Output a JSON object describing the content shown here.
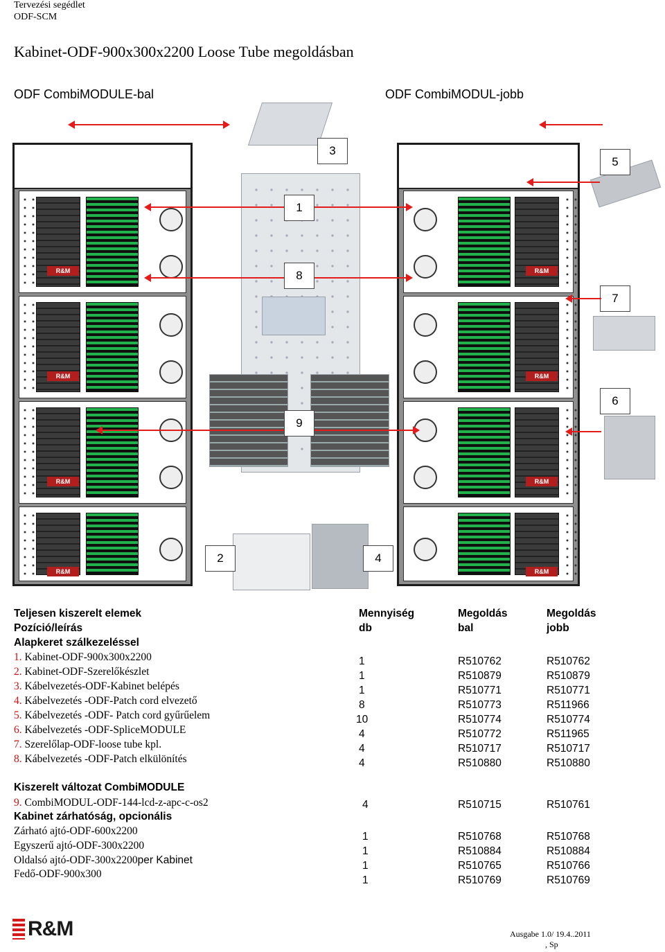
{
  "header": {
    "line1": "Tervezési segédlet",
    "line2": "ODF-SCM"
  },
  "title": "Kabinet-ODF-900x300x2200 Loose Tube megoldásban",
  "diagram": {
    "left_label": "ODF CombiMODULE-bal",
    "right_label": "ODF CombiMODUL-jobb",
    "brand_text": "R&M",
    "callouts": [
      "3",
      "5",
      "1",
      "8",
      "7",
      "6",
      "9",
      "2",
      "4"
    ]
  },
  "table": {
    "headers": {
      "col1_l1": "Teljesen kiszerelt elemek",
      "col1_l2": "Pozíció/leírás",
      "col1_l3": "Alapkeret szálkezeléssel",
      "qty_l1": "Mennyiség",
      "qty_l2": "db",
      "left_l1": "Megoldás",
      "left_l2": "bal",
      "right_l1": "Megoldás",
      "right_l2": "jobb"
    },
    "rows": [
      {
        "num": "1.",
        "desc": " Kabinet-ODF-900x300x2200",
        "qty": "1",
        "left": "R510762",
        "right": "R510762"
      },
      {
        "num": "2.",
        "desc": " Kabinet-ODF-Szerelőkészlet",
        "qty": "1",
        "left": "R510879",
        "right": "R510879"
      },
      {
        "num": "3.",
        "desc": " Kábelvezetés-ODF-Kabinet belépés",
        "qty": "1",
        "left": "R510771",
        "right": "R510771"
      },
      {
        "num": "4.",
        "desc": " Kábelvezetés -ODF-Patch cord elvezető",
        "qty": "8",
        "left": "R510773",
        "right": "R511966"
      },
      {
        "num": "5.",
        "desc": " Kábelvezetés -ODF- Patch cord gyűrűelem",
        "qty": "10",
        "left": "R510774",
        "right": "R510774"
      },
      {
        "num": "6.",
        "desc": " Kábelvezetés -ODF-SpliceMODULE",
        "qty": "4",
        "left": "R510772",
        "right": "R511965"
      },
      {
        "num": "7.",
        "desc": " Szerelőlap-ODF-loose tube kpl.",
        "qty": "4",
        "left": "R510717",
        "right": "R510717"
      },
      {
        "num": "8.",
        "desc": " Kábelvezetés -ODF-Patch elkülönítés",
        "qty": "4",
        "left": "R510880",
        "right": "R510880"
      }
    ],
    "section2_title": "Kiszerelt változat CombiMODULE",
    "row9": {
      "num": "9.",
      "desc": " CombiMODUL-ODF-144-lcd-z-apc-c-os2",
      "qty": "4",
      "left": "R510715",
      "right": "R510761"
    },
    "section3_title": "Kabinet zárhatóság, opcionális",
    "optional": [
      {
        "desc": "Zárható ajtó-ODF-600x2200",
        "suffix": "",
        "qty": "1",
        "left": "R510768",
        "right": "R510768"
      },
      {
        "desc": "Egyszerű ajtó-ODF-300x2200",
        "suffix": "",
        "qty": "1",
        "left": "R510884",
        "right": "R510884"
      },
      {
        "desc": "Oldalsó ajtó-ODF-300x2200",
        "suffix": "per Kabinet",
        "qty": "1",
        "left": "R510765",
        "right": "R510766"
      },
      {
        "desc": "Fedő-ODF-900x300",
        "suffix": "",
        "qty": "1",
        "left": "R510769",
        "right": "R510769"
      }
    ]
  },
  "footer": {
    "logo": "R&M",
    "version": "Ausgabe 1.0/ 19.4..2011",
    "sign": ", Sp"
  }
}
